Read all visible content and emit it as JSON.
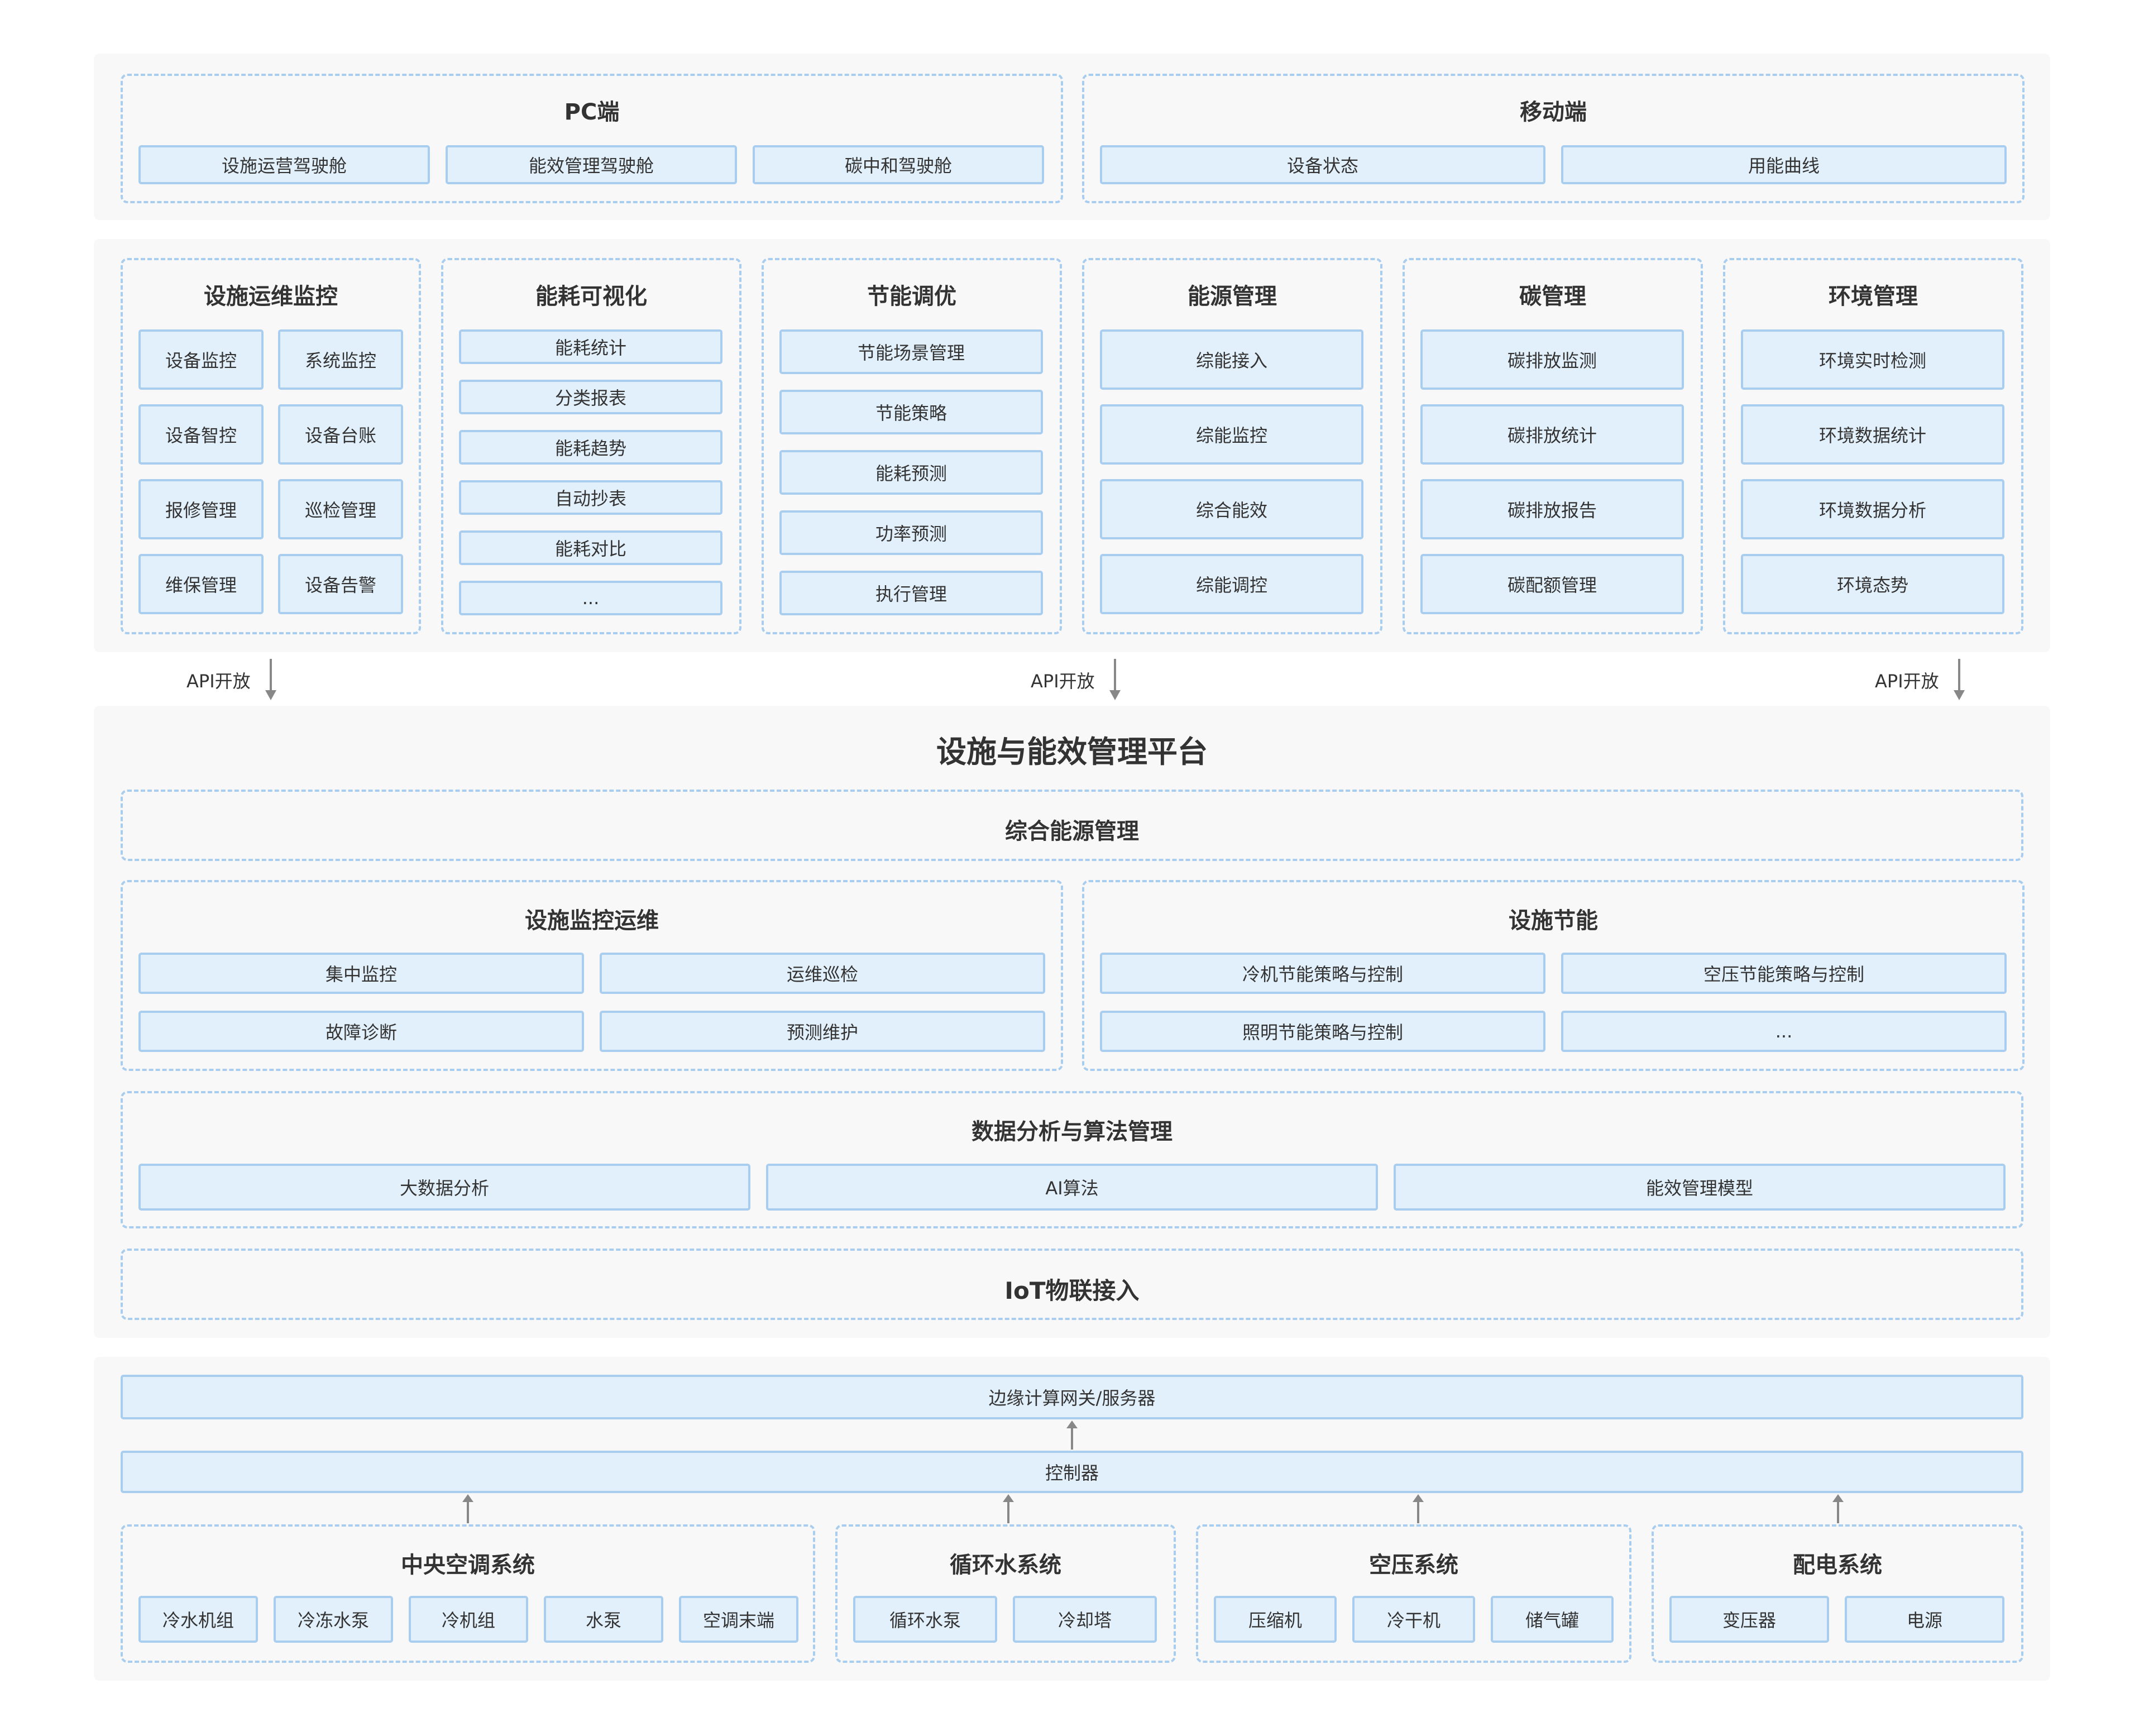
{
  "top_layer": {
    "pc": {
      "title": "PC端",
      "items": [
        "设施运营驾驶舱",
        "能效管理驾驶舱",
        "碳中和驾驶舱"
      ]
    },
    "mobile": {
      "title": "移动端",
      "items": [
        "设备状态",
        "用能曲线"
      ]
    }
  },
  "app_layer": {
    "facility_ops": {
      "title": "设施运维监控",
      "items": [
        "设备监控",
        "系统监控",
        "设备智控",
        "设备台账",
        "报修管理",
        "巡检管理",
        "维保管理",
        "设备告警"
      ]
    },
    "energy_viz": {
      "title": "能耗可视化",
      "items": [
        "能耗统计",
        "分类报表",
        "能耗趋势",
        "自动抄表",
        "能耗对比",
        "..."
      ]
    },
    "energy_saving": {
      "title": "节能调优",
      "items": [
        "节能场景管理",
        "节能策略",
        "能耗预测",
        "功率预测",
        "执行管理"
      ]
    },
    "energy_mgmt": {
      "title": "能源管理",
      "items": [
        "综能接入",
        "综能监控",
        "综合能效",
        "综能调控"
      ]
    },
    "carbon_mgmt": {
      "title": "碳管理",
      "items": [
        "碳排放监测",
        "碳排放统计",
        "碳排放报告",
        "碳配额管理"
      ]
    },
    "env_mgmt": {
      "title": "环境管理",
      "items": [
        "环境实时检测",
        "环境数据统计",
        "环境数据分析",
        "环境态势"
      ]
    }
  },
  "api_label": "API开放",
  "platform": {
    "title": "设施与能效管理平台",
    "integrated_energy": "综合能源管理",
    "monitoring": {
      "title": "设施监控运维",
      "items": [
        "集中监控",
        "运维巡检",
        "故障诊断",
        "预测维护"
      ]
    },
    "saving": {
      "title": "设施节能",
      "items": [
        "冷机节能策略与控制",
        "空压节能策略与控制",
        "照明节能策略与控制",
        "..."
      ]
    },
    "data_analysis": {
      "title": "数据分析与算法管理",
      "items": [
        "大数据分析",
        "AI算法",
        "能效管理模型"
      ]
    },
    "iot": "IoT物联接入"
  },
  "edge_layer": {
    "gateway": "边缘计算网关/服务器",
    "controller": "控制器",
    "hvac": {
      "title": "中央空调系统",
      "items": [
        "冷水机组",
        "冷冻水泵",
        "冷机组",
        "水泵",
        "空调末端"
      ]
    },
    "water": {
      "title": "循环水系统",
      "items": [
        "循环水泵",
        "冷却塔"
      ]
    },
    "air": {
      "title": "空压系统",
      "items": [
        "压缩机",
        "冷干机",
        "储气罐"
      ]
    },
    "power": {
      "title": "配电系统",
      "items": [
        "变压器",
        "电源"
      ]
    }
  },
  "colors": {
    "box_fill": "#e2f0fc",
    "box_border": "#a9cdee",
    "dashed_border": "#a9cdee",
    "panel_bg": "#f8f8f8",
    "text": "#333333",
    "arrow": "#888888"
  }
}
